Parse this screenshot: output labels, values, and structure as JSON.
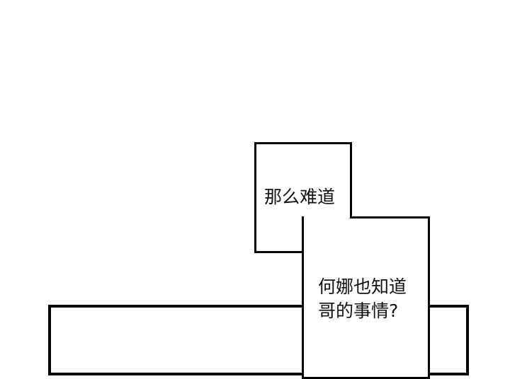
{
  "bubbles": [
    {
      "lines": [
        "那么难道"
      ]
    },
    {
      "lines": [
        "何娜也知道",
        "哥的事情?"
      ]
    }
  ],
  "colors": {
    "background": "#ffffff",
    "ink": "#000000",
    "text": "#111111"
  }
}
